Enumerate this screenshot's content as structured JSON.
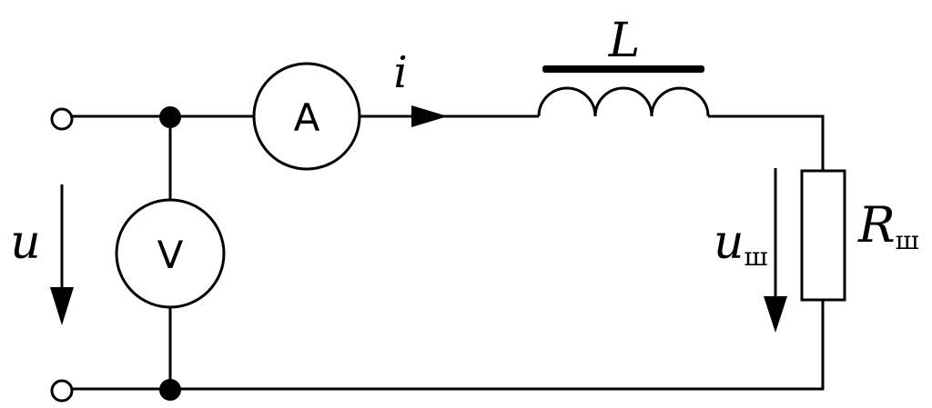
{
  "labels": {
    "input_voltage": "u",
    "current": "i",
    "inductance": "L",
    "shunt_voltage_main": "u",
    "shunt_voltage_sub": "ш",
    "shunt_resistor_main": "R",
    "shunt_resistor_sub": "ш"
  },
  "meters": {
    "ammeter": "A",
    "voltmeter": "V"
  }
}
